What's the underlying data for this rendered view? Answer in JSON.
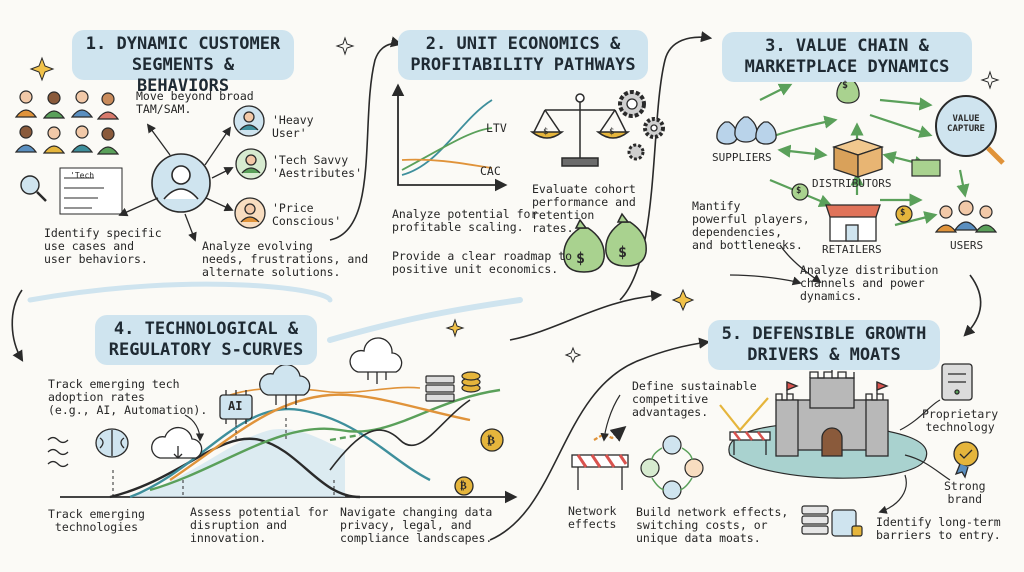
{
  "colors": {
    "header_bg": "#cfe4ef",
    "ink": "#2a2a2a",
    "green": "#5aa05a",
    "teal": "#3e8f9c",
    "orange": "#e0933a",
    "gold": "#e5b53c"
  },
  "sections": {
    "s1": {
      "title": "1. DYNAMIC CUSTOMER\nSEGMENTS & BEHAVIORS",
      "tam": "Move beyond broad\nTAM/SAM.",
      "personas": [
        "'Heavy\nUser'",
        "'Tech Savvy\n'Aestributes'",
        "'Price\nConscious'"
      ],
      "use_cases": "Identify specific\nuse cases and\nuser behaviors.",
      "needs": "Analyze evolving\nneeds, frustrations, and\nalternate solutions.",
      "card_text": "'Tech"
    },
    "s2": {
      "title": "2. UNIT ECONOMICS &\nPROFITABILITY PATHWAYS",
      "ltv": "LTV",
      "cac": "CAC",
      "scaling": "Analyze potential for\nprofitable scaling.",
      "cohort": "Evaluate cohort\nperformance and\nretention\nrates.",
      "roadmap": "Provide a clear roadmap to\npositive unit economics.",
      "coin_symbol": "$"
    },
    "s3": {
      "title": "3. VALUE CHAIN &\nMARKETPLACE DYNAMICS",
      "value_capture": "VALUE\nCAPTURE",
      "suppliers": "SUPPLIERS",
      "distributors": "DISTRIBUTORS",
      "retailers": "RETAILERS",
      "users": "USERS",
      "mantify": "Mantify\npowerful players,\ndependencies,\nand bottlenecks.",
      "distribution": "Analyze distribution\nchannels and power\ndynamics."
    },
    "s4": {
      "title": "4. TECHNOLOGICAL &\nREGULATORY S-CURVES",
      "track_rates": "Track emerging tech\nadoption rates\n(e.g., AI, Automation).",
      "ai": "AI",
      "track_tech": "Track emerging\ntechnologies",
      "assess": "Assess potential for\ndisruption and\ninnovation.",
      "navigate": "Navigate changing data\nprivacy, legal, and\ncompliance landscapes.",
      "bitcoin": "₿"
    },
    "s5": {
      "title": "5. DEFENSIBLE GROWTH\nDRIVERS & MOATS",
      "define": "Define sustainable\ncompetitive\nadvantages.",
      "network": "Network\neffects",
      "build": "Build network effects,\nswitching costs, or\nunique data moats.",
      "proprietary": "Proprietary\ntechnology",
      "brand": "Strong\nbrand",
      "barriers": "Identify long-term\nbarriers to entry."
    }
  }
}
